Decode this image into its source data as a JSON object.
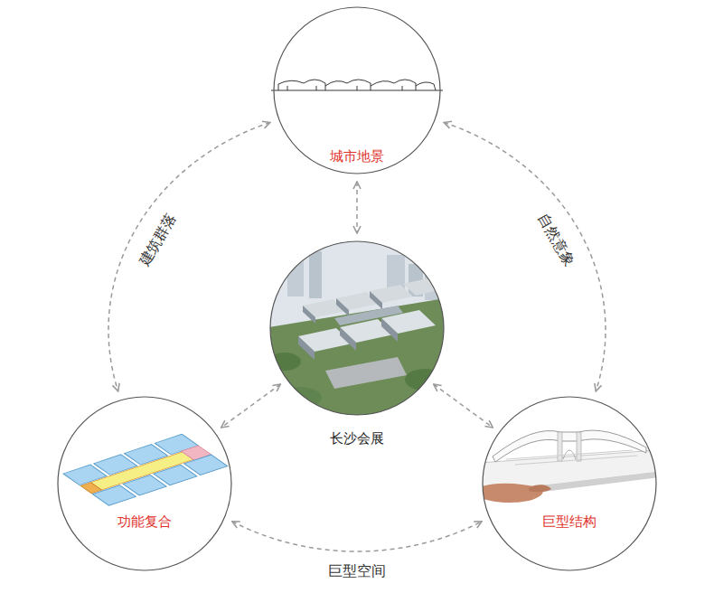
{
  "diagram": {
    "nodes": [
      {
        "text": [
          "城市地景"
        ]
      },
      {
        "text": [
          "长沙会展"
        ]
      },
      {
        "text": [
          "功能复合"
        ]
      },
      {
        "text": [
          "巨型结构"
        ]
      }
    ],
    "edges": [
      {
        "from": 0,
        "to": 2,
        "arrow": "both",
        "label": "建筑群落"
      },
      {
        "from": 0,
        "to": 3,
        "arrow": "both",
        "label": "自然意象"
      },
      {
        "from": 2,
        "to": 3,
        "arrow": "both",
        "label": "巨型空间"
      },
      {
        "from": 0,
        "to": 1,
        "arrow": "both"
      },
      {
        "from": 1,
        "to": 2,
        "arrow": "both"
      },
      {
        "from": 1,
        "to": 3,
        "arrow": "both"
      }
    ]
  }
}
